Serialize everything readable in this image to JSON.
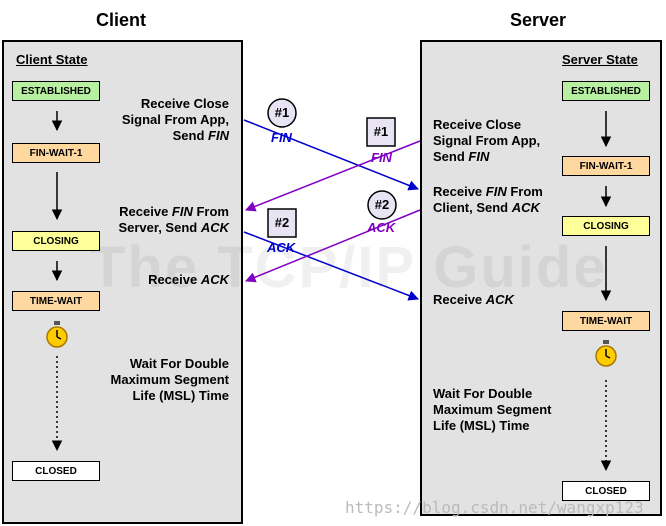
{
  "headings": {
    "client": "Client",
    "server": "Server"
  },
  "client_panel": {
    "title": "Client State",
    "states": [
      "ESTABLISHED",
      "FIN-WAIT-1",
      "CLOSING",
      "TIME-WAIT",
      "CLOSED"
    ],
    "labels": {
      "receive_close": [
        "Receive Close",
        "Signal From App,",
        "Send FIN"
      ],
      "receive_fin": [
        "Receive FIN From",
        "Server, Send ACK"
      ],
      "receive_ack": "Receive ACK",
      "wait": [
        "Wait For Double",
        "Maximum Segment",
        "Life (MSL) Time"
      ]
    }
  },
  "server_panel": {
    "title": "Server State",
    "states": [
      "ESTABLISHED",
      "FIN-WAIT-1",
      "CLOSING",
      "TIME-WAIT",
      "CLOSED"
    ],
    "labels": {
      "receive_close": [
        "Receive Close",
        "Signal From App,",
        "Send FIN"
      ],
      "receive_fin": [
        "Receive FIN From",
        "Client, Send ACK"
      ],
      "receive_ack": "Receive ACK",
      "wait": [
        "Wait For Double",
        "Maximum Segment",
        "Life (MSL) Time"
      ]
    }
  },
  "messages": {
    "client_fin": {
      "badge": "#1",
      "label": "FIN"
    },
    "client_ack": {
      "badge": "#2",
      "label": "ACK"
    },
    "server_fin": {
      "badge": "#1",
      "label": "FIN"
    },
    "server_ack": {
      "badge": "#2",
      "label": "ACK"
    }
  },
  "watermark": "The TCP/IP Guide",
  "url_watermark": "https://blog.csdn.net/wangxp123",
  "colors": {
    "client_messages": "#0000cc",
    "server_messages": "#8000c0",
    "panel": "#e2e2e2"
  },
  "icons": [
    "stopwatch-icon"
  ]
}
